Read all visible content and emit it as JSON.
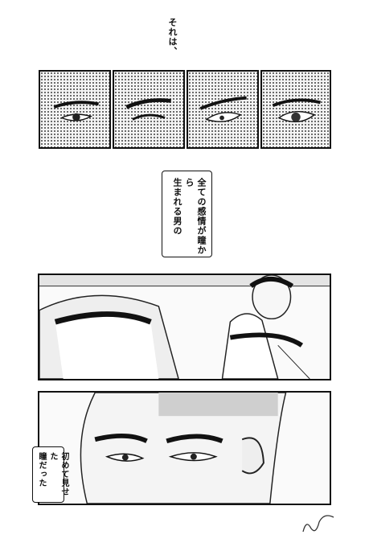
{
  "caption_top": "それは、",
  "bubble_1": {
    "line1": "全ての感情が瞳から",
    "line2": "生まれる男の"
  },
  "bubble_2": {
    "line1": "初めて見せた",
    "line2": "瞳だった"
  }
}
